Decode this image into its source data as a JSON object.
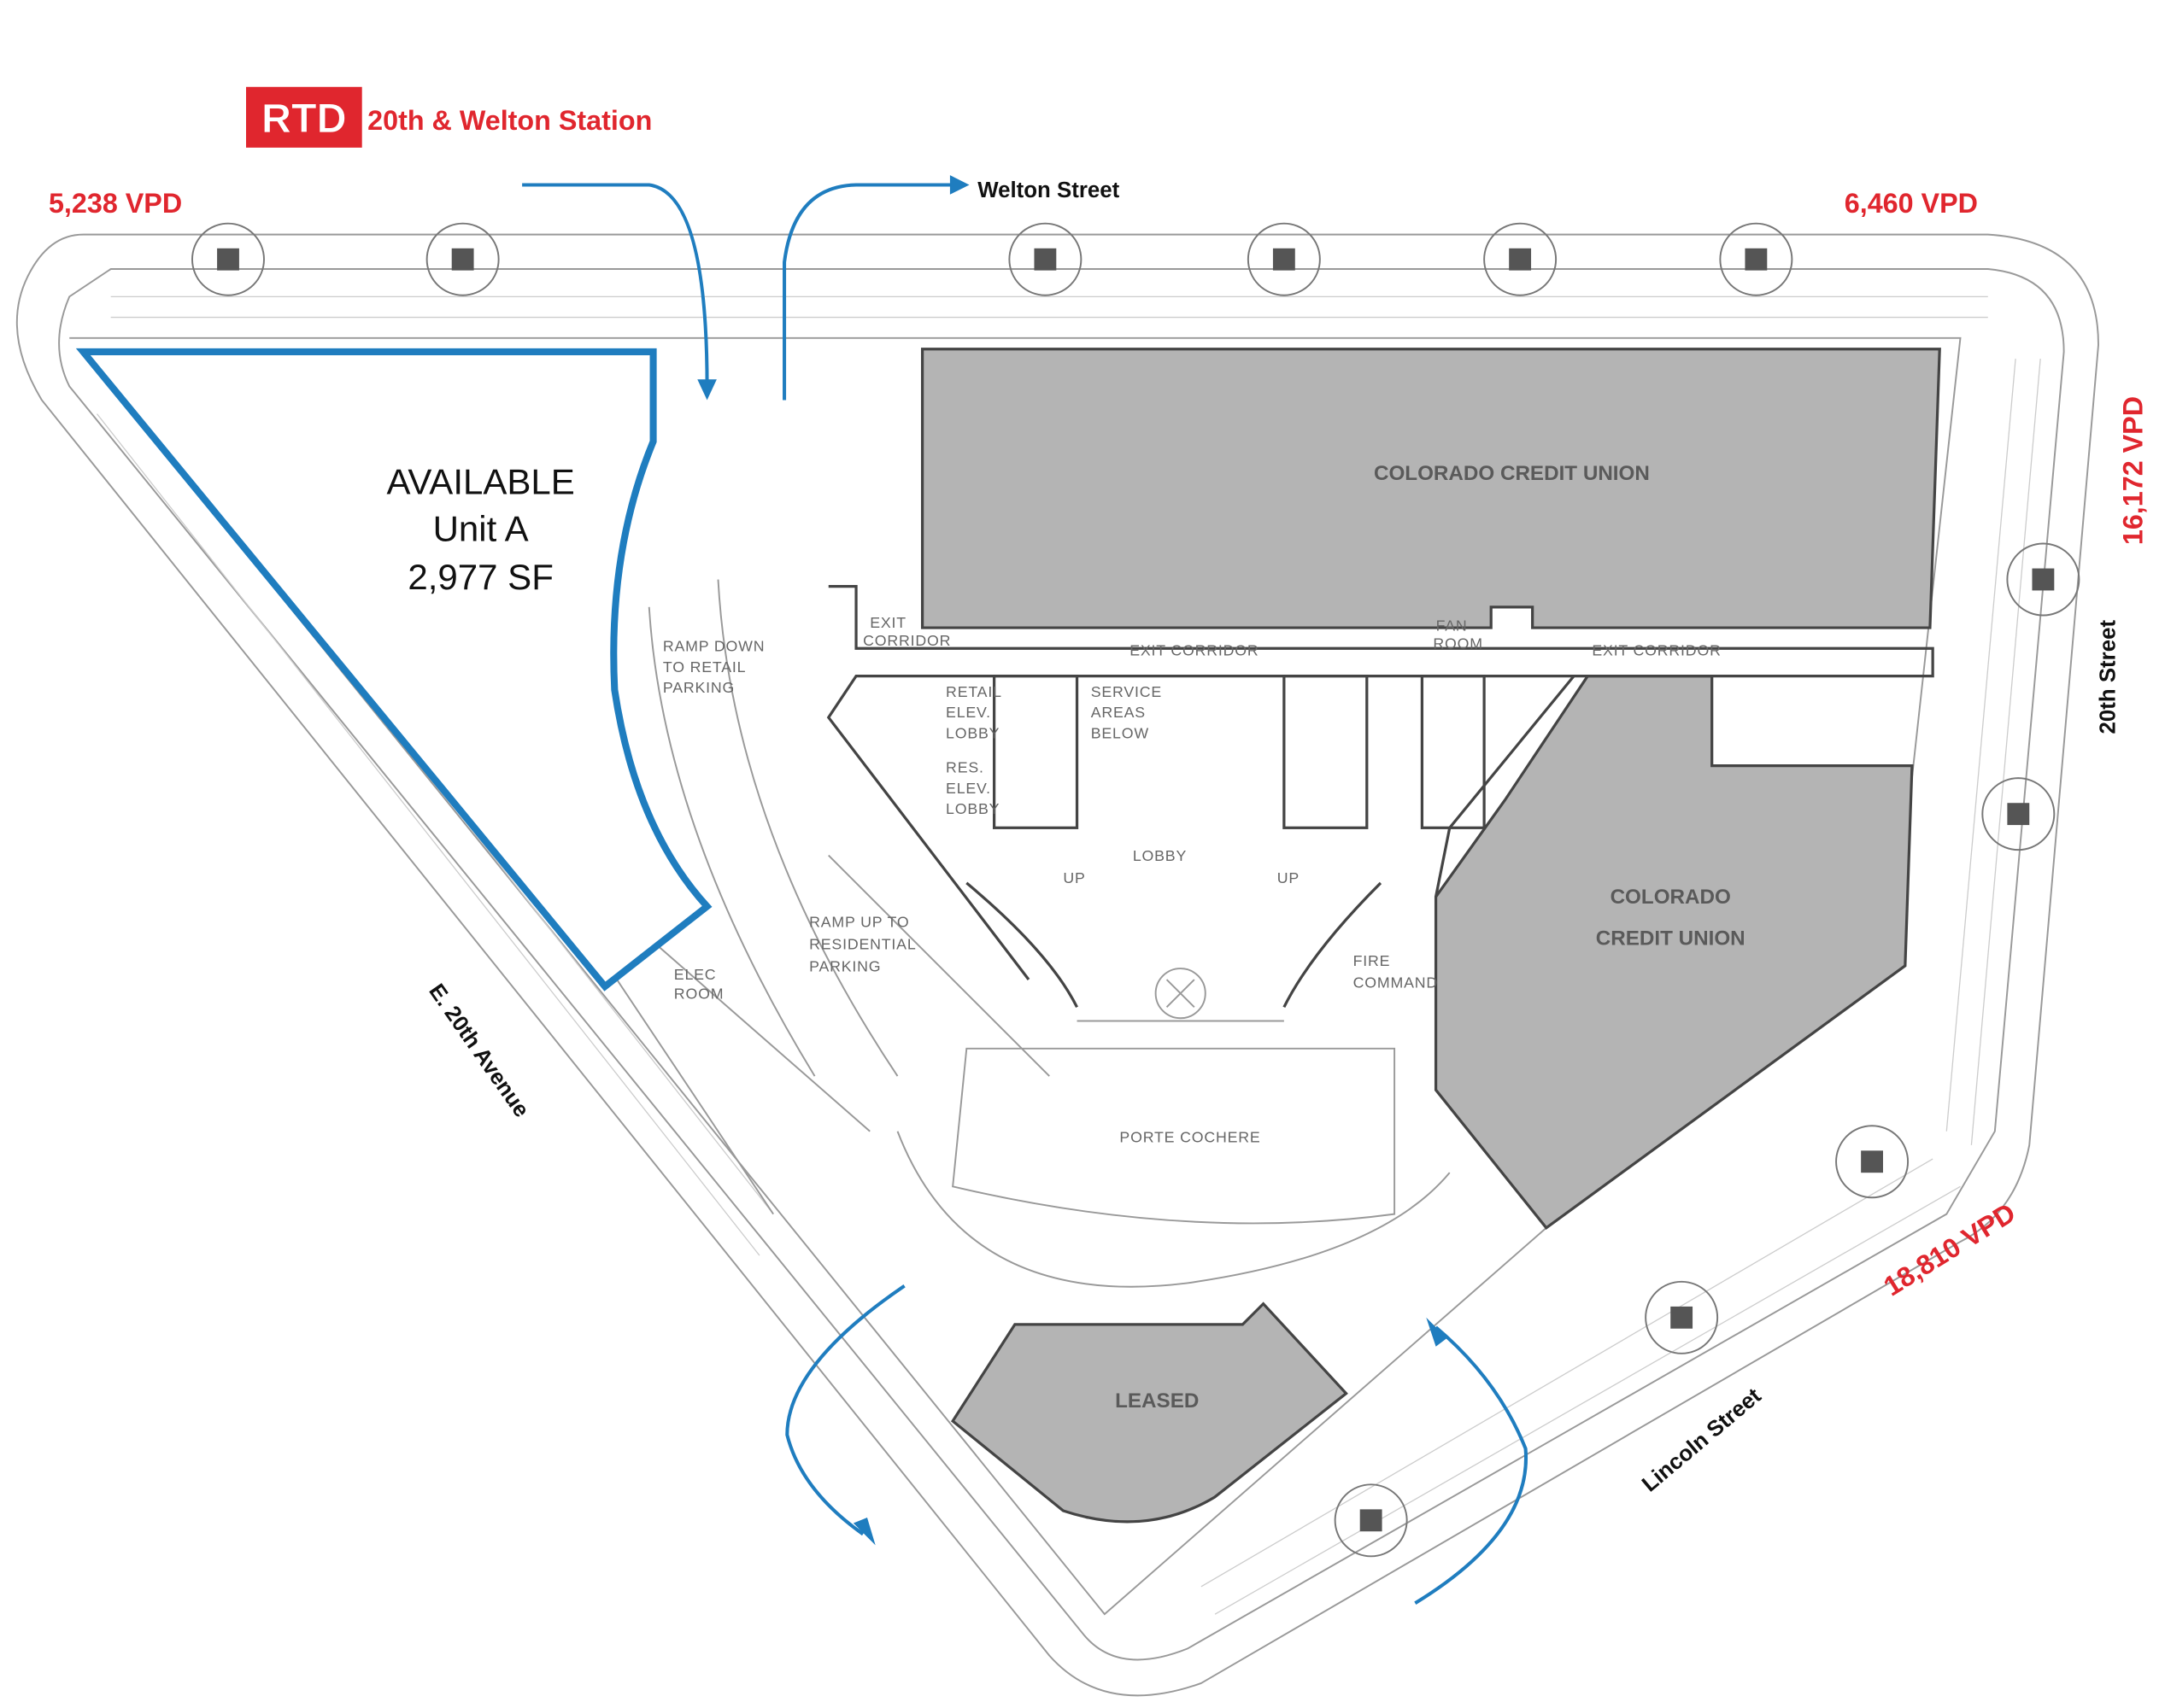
{
  "header": {
    "logo_text": "RTD",
    "station_name": "20th & Welton Station"
  },
  "traffic_counts": {
    "welton_west": "5,238 VPD",
    "welton_east": "6,460 VPD",
    "twentieth_street": "16,172 VPD",
    "lincoln_street": "18,810 VPD"
  },
  "streets": {
    "welton": "Welton Street",
    "twentieth_street": "20th Street",
    "twentieth_avenue": "E. 20th Avenue",
    "lincoln": "Lincoln Street"
  },
  "available_unit": {
    "status": "AVAILABLE",
    "unit": "Unit A",
    "size": "2,977 SF"
  },
  "spaces": {
    "credit_union_top": "COLORADO CREDIT UNION",
    "credit_union_right_line1": "COLORADO",
    "credit_union_right_line2": "CREDIT UNION",
    "leased": "LEASED",
    "lobby": "LOBBY",
    "exit_corridor_left": "EXIT CORRIDOR",
    "exit_corridor_right": "EXIT CORRIDOR",
    "exit_corridor_small_1": "EXIT",
    "exit_corridor_small_2": "CORRIDOR",
    "porte_cochere": "PORTE COCHERE",
    "ramp_down_1": "RAMP DOWN",
    "ramp_down_2": "TO RETAIL",
    "ramp_down_3": "PARKING",
    "ramp_up_1": "RAMP UP TO",
    "ramp_up_2": "RESIDENTIAL",
    "ramp_up_3": "PARKING",
    "fan_room_1": "FAN",
    "fan_room_2": "ROOM",
    "fire_command_1": "FIRE",
    "fire_command_2": "COMMAND",
    "elec_room_1": "ELEC",
    "elec_room_2": "ROOM",
    "service_1": "SERVICE",
    "service_2": "AREAS",
    "service_3": "BELOW",
    "retail_elev_1": "RETAIL",
    "retail_elev_2": "ELEV.",
    "retail_elev_3": "LOBBY",
    "res_elev_1": "RES.",
    "res_elev_2": "ELEV.",
    "res_elev_3": "LOBBY",
    "up": "UP"
  },
  "colors": {
    "accent_red": "#e0262e",
    "unit_outline_blue": "#1f7dbf",
    "tenant_grey": "#b4b4b4"
  }
}
